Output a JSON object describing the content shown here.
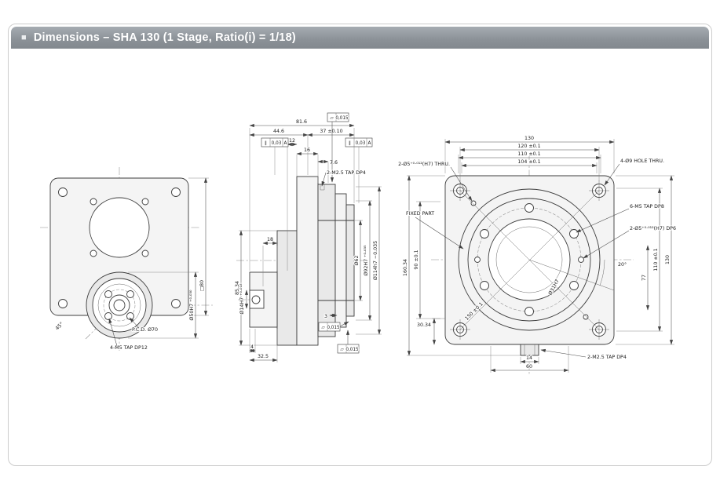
{
  "header": {
    "bullet": "■",
    "title": "Dimensions  –  SHA 130 (1 Stage, Ratio(i) = 1/18)"
  },
  "left_view": {
    "angle": "45°",
    "pcd": "P.C.D. Ø70",
    "tap": "4-M5 TAP DP12",
    "bore": "Ø50H7 ⁺⁰·⁰³⁰",
    "square": "□80"
  },
  "mid_view": {
    "total": "81.6",
    "d446": "44.6",
    "d37": "37 ±0.10",
    "d12": "12",
    "d16": "16",
    "d76": "7.6",
    "tap": "2-M2.5 TAP DP4",
    "d62": "Ø62",
    "d92": "Ø92H7 ⁺⁰·⁰³⁵",
    "d114": "Ø114h7 −0.035",
    "d8534": "85.34",
    "d14": "Ø14H7 ⁺⁰·⁰¹⁸",
    "d18": "18",
    "d4": "4",
    "d325": "32.5",
    "d3": "3",
    "fcf": {
      "par_sym": "∥",
      "par_val": "0,03",
      "par_datum": "A",
      "flat_sym": "▱",
      "flat_val": "0,015"
    }
  },
  "right_view": {
    "t130": "130",
    "t120": "120 ±0.1",
    "t110": "110 ±0.1",
    "t104": "104 ±0.1",
    "dowel_thru": "2-Ø5⁺⁰·⁰¹²(H7) THRU.",
    "hole9": "4-Ø9 HOLE THRU.",
    "tap6": "6-M5 TAP DP8",
    "dowel_dp6": "2-Ø5⁺⁰·⁰¹²(H7) DP6",
    "fixed": "FIXED PART",
    "v16034": "160.34",
    "v90": "90 ±0.1",
    "r130": "130",
    "r110": "110 ±0.1",
    "d77": "77",
    "a20": "20°",
    "d3034": "30.34",
    "d150": "150 ±0.1",
    "d14": "14",
    "d60": "60",
    "tap25": "2-M2.5 TAP DP4",
    "bore": "Ø31H7"
  }
}
